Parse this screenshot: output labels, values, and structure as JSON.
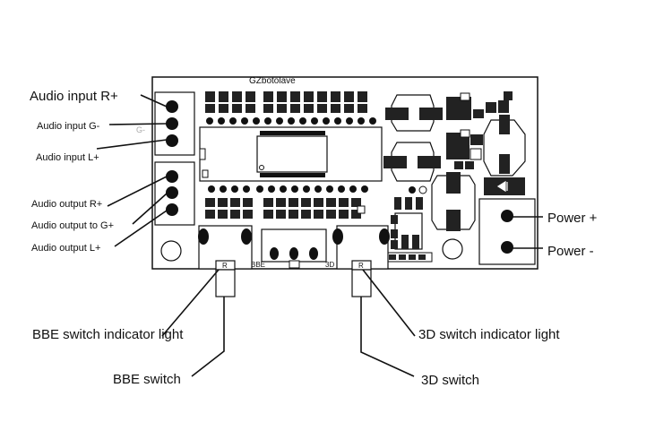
{
  "board": {
    "title": "GZbotolave",
    "silk_bbe": "BBE",
    "silk_3d": "3D",
    "silk_r_left": "R",
    "silk_r_right": "R",
    "silk_g_ghost": "G-"
  },
  "labels": {
    "audio_input_r": "Audio input R+",
    "audio_input_g": "Audio input G-",
    "audio_input_l": "Audio input L+",
    "audio_output_r": "Audio output R+",
    "audio_output_g": "Audio output to G+",
    "audio_output_l": "Audio output L+",
    "power_plus": "Power +",
    "power_minus": "Power -",
    "bbe_indicator": "BBE switch indicator light",
    "bbe_switch": "BBE switch",
    "d3_indicator": "3D switch indicator light",
    "d3_switch": "3D switch"
  }
}
